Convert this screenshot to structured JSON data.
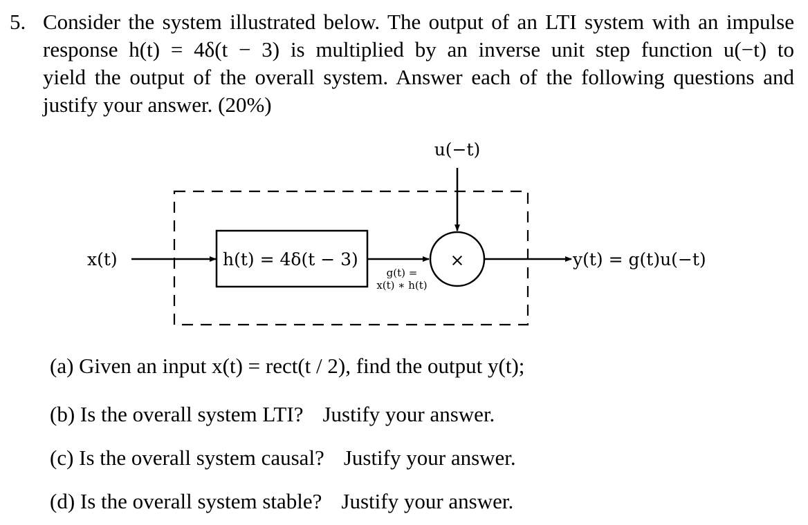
{
  "problem": {
    "number": "5.",
    "statement_lines": [
      "Consider the system illustrated below. The output of an LTI system with an impulse",
      "response  h(t) = 4δ(t − 3)  is multiplied by an inverse unit step function  u(−t)  to",
      "yield the output of the overall system. Answer each of the following questions and",
      "justify your answer. (20%)"
    ]
  },
  "diagram": {
    "input_label": "x(t)",
    "block_label": "h(t) = 4δ(t − 3)",
    "intermediate_label_line1": "g(t) =",
    "intermediate_label_line2": "x(t) ∗ h(t)",
    "multiplier_symbol": "×",
    "multiplier_input_label": "u(−t)",
    "output_label": "y(t) = g(t)u(−t)"
  },
  "questions": [
    {
      "prefix": "(a)",
      "text": "Given an input  x(t) = rect(t / 2), find the output  y(t);"
    },
    {
      "prefix": "(b)",
      "text": "Is the overall system LTI?",
      "tail": "Justify your answer."
    },
    {
      "prefix": "(c)",
      "text": "Is the overall system causal?",
      "tail": "Justify your answer."
    },
    {
      "prefix": "(d)",
      "text": "Is the overall system stable?",
      "tail": "Justify your answer."
    }
  ]
}
